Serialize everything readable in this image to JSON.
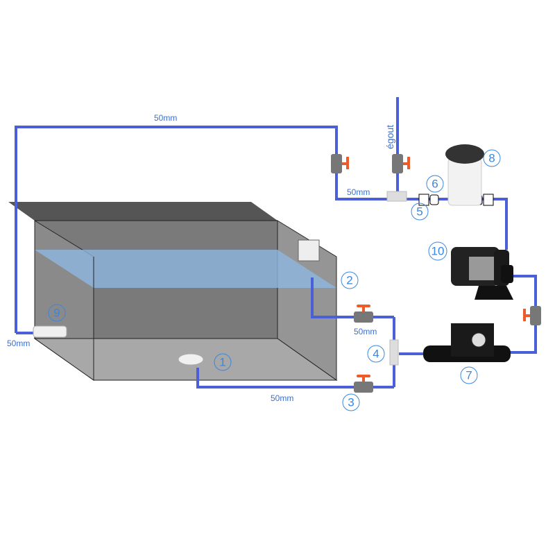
{
  "labels": {
    "pipe_top": "50mm",
    "pipe_mid": "50mm",
    "pipe_skimmer": "50mm",
    "pipe_bottom": "50mm",
    "pipe_left": "50mm",
    "drain": "égout"
  },
  "callouts": [
    "1",
    "2",
    "3",
    "4",
    "5",
    "6",
    "7",
    "8",
    "9",
    "10"
  ],
  "colors": {
    "pipe": "#4a5fd8",
    "callout": "#3a86e0",
    "valve_handle": "#f05a28",
    "water": "#8fb7e0"
  }
}
